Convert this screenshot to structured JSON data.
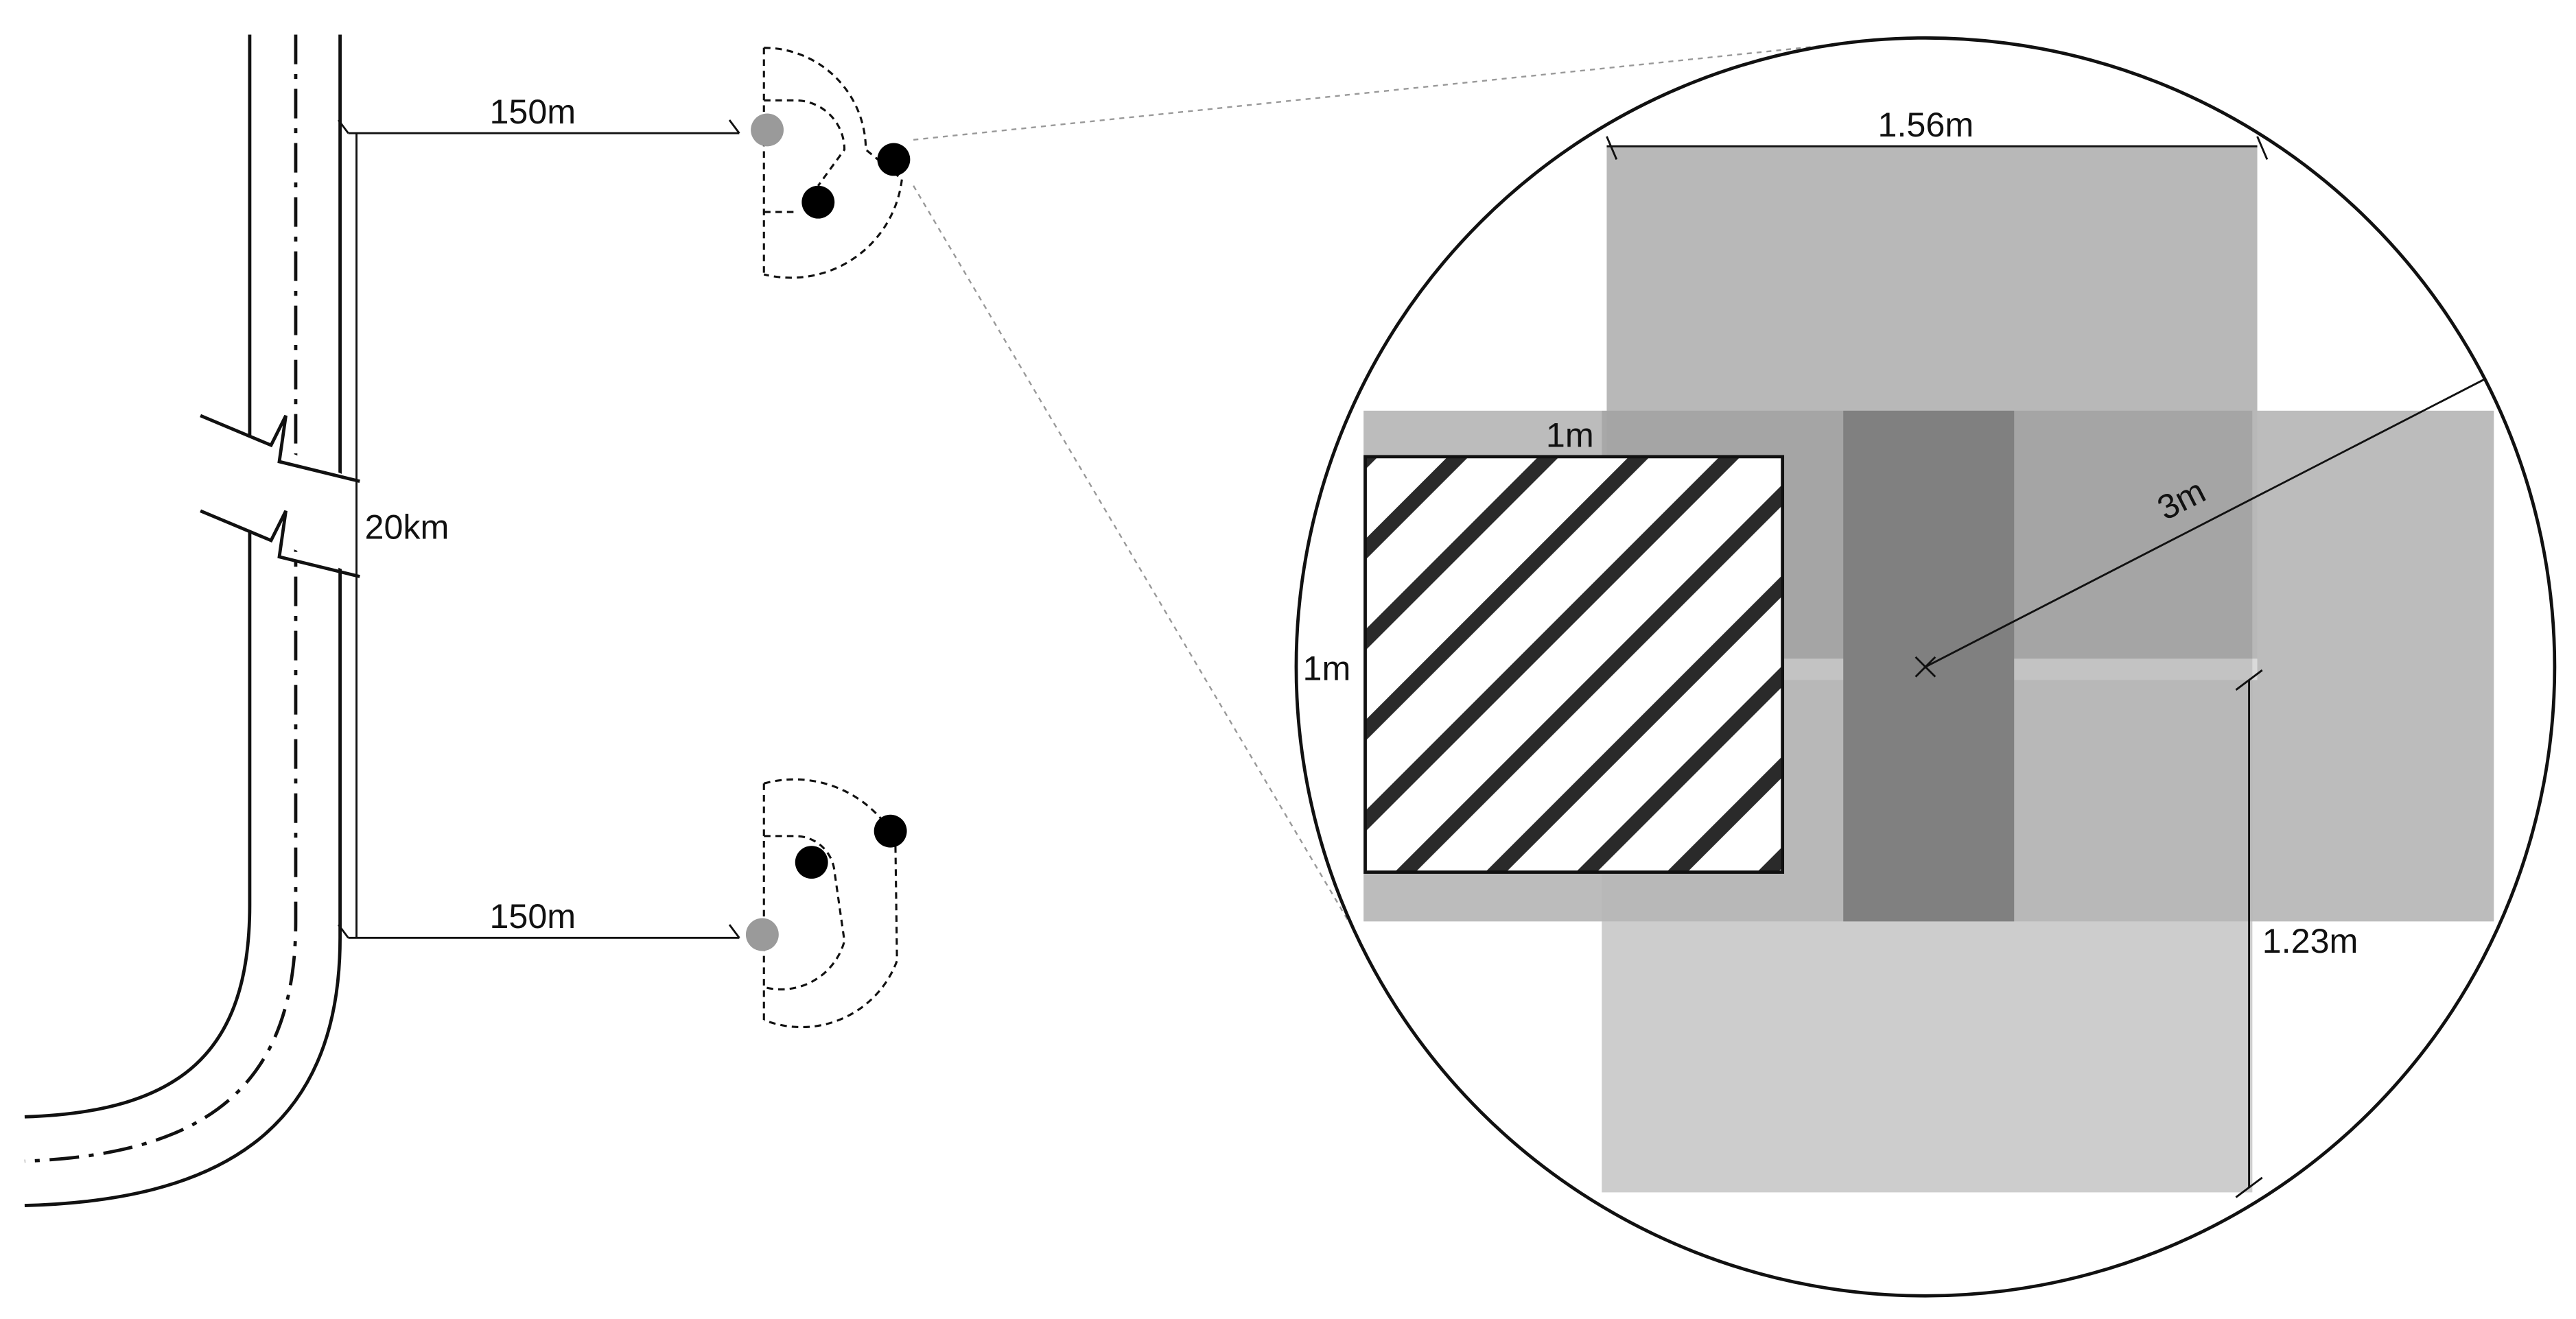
{
  "labels": {
    "road_length": "20km",
    "top_distance": "150m",
    "bottom_distance": "150m",
    "zoom_width": "1.56m",
    "zoom_height": "1.23m",
    "zoom_radius": "3m",
    "hatched_width": "1m",
    "hatched_height": "1m"
  },
  "colors": {
    "line": "#111111",
    "helper_dot": "#9a9a9a",
    "marker_dot": "#000000",
    "rect_light": "#cfcfcf",
    "rect_mid": "#bdbdbd",
    "rect_dark": "#8f8f8f"
  }
}
